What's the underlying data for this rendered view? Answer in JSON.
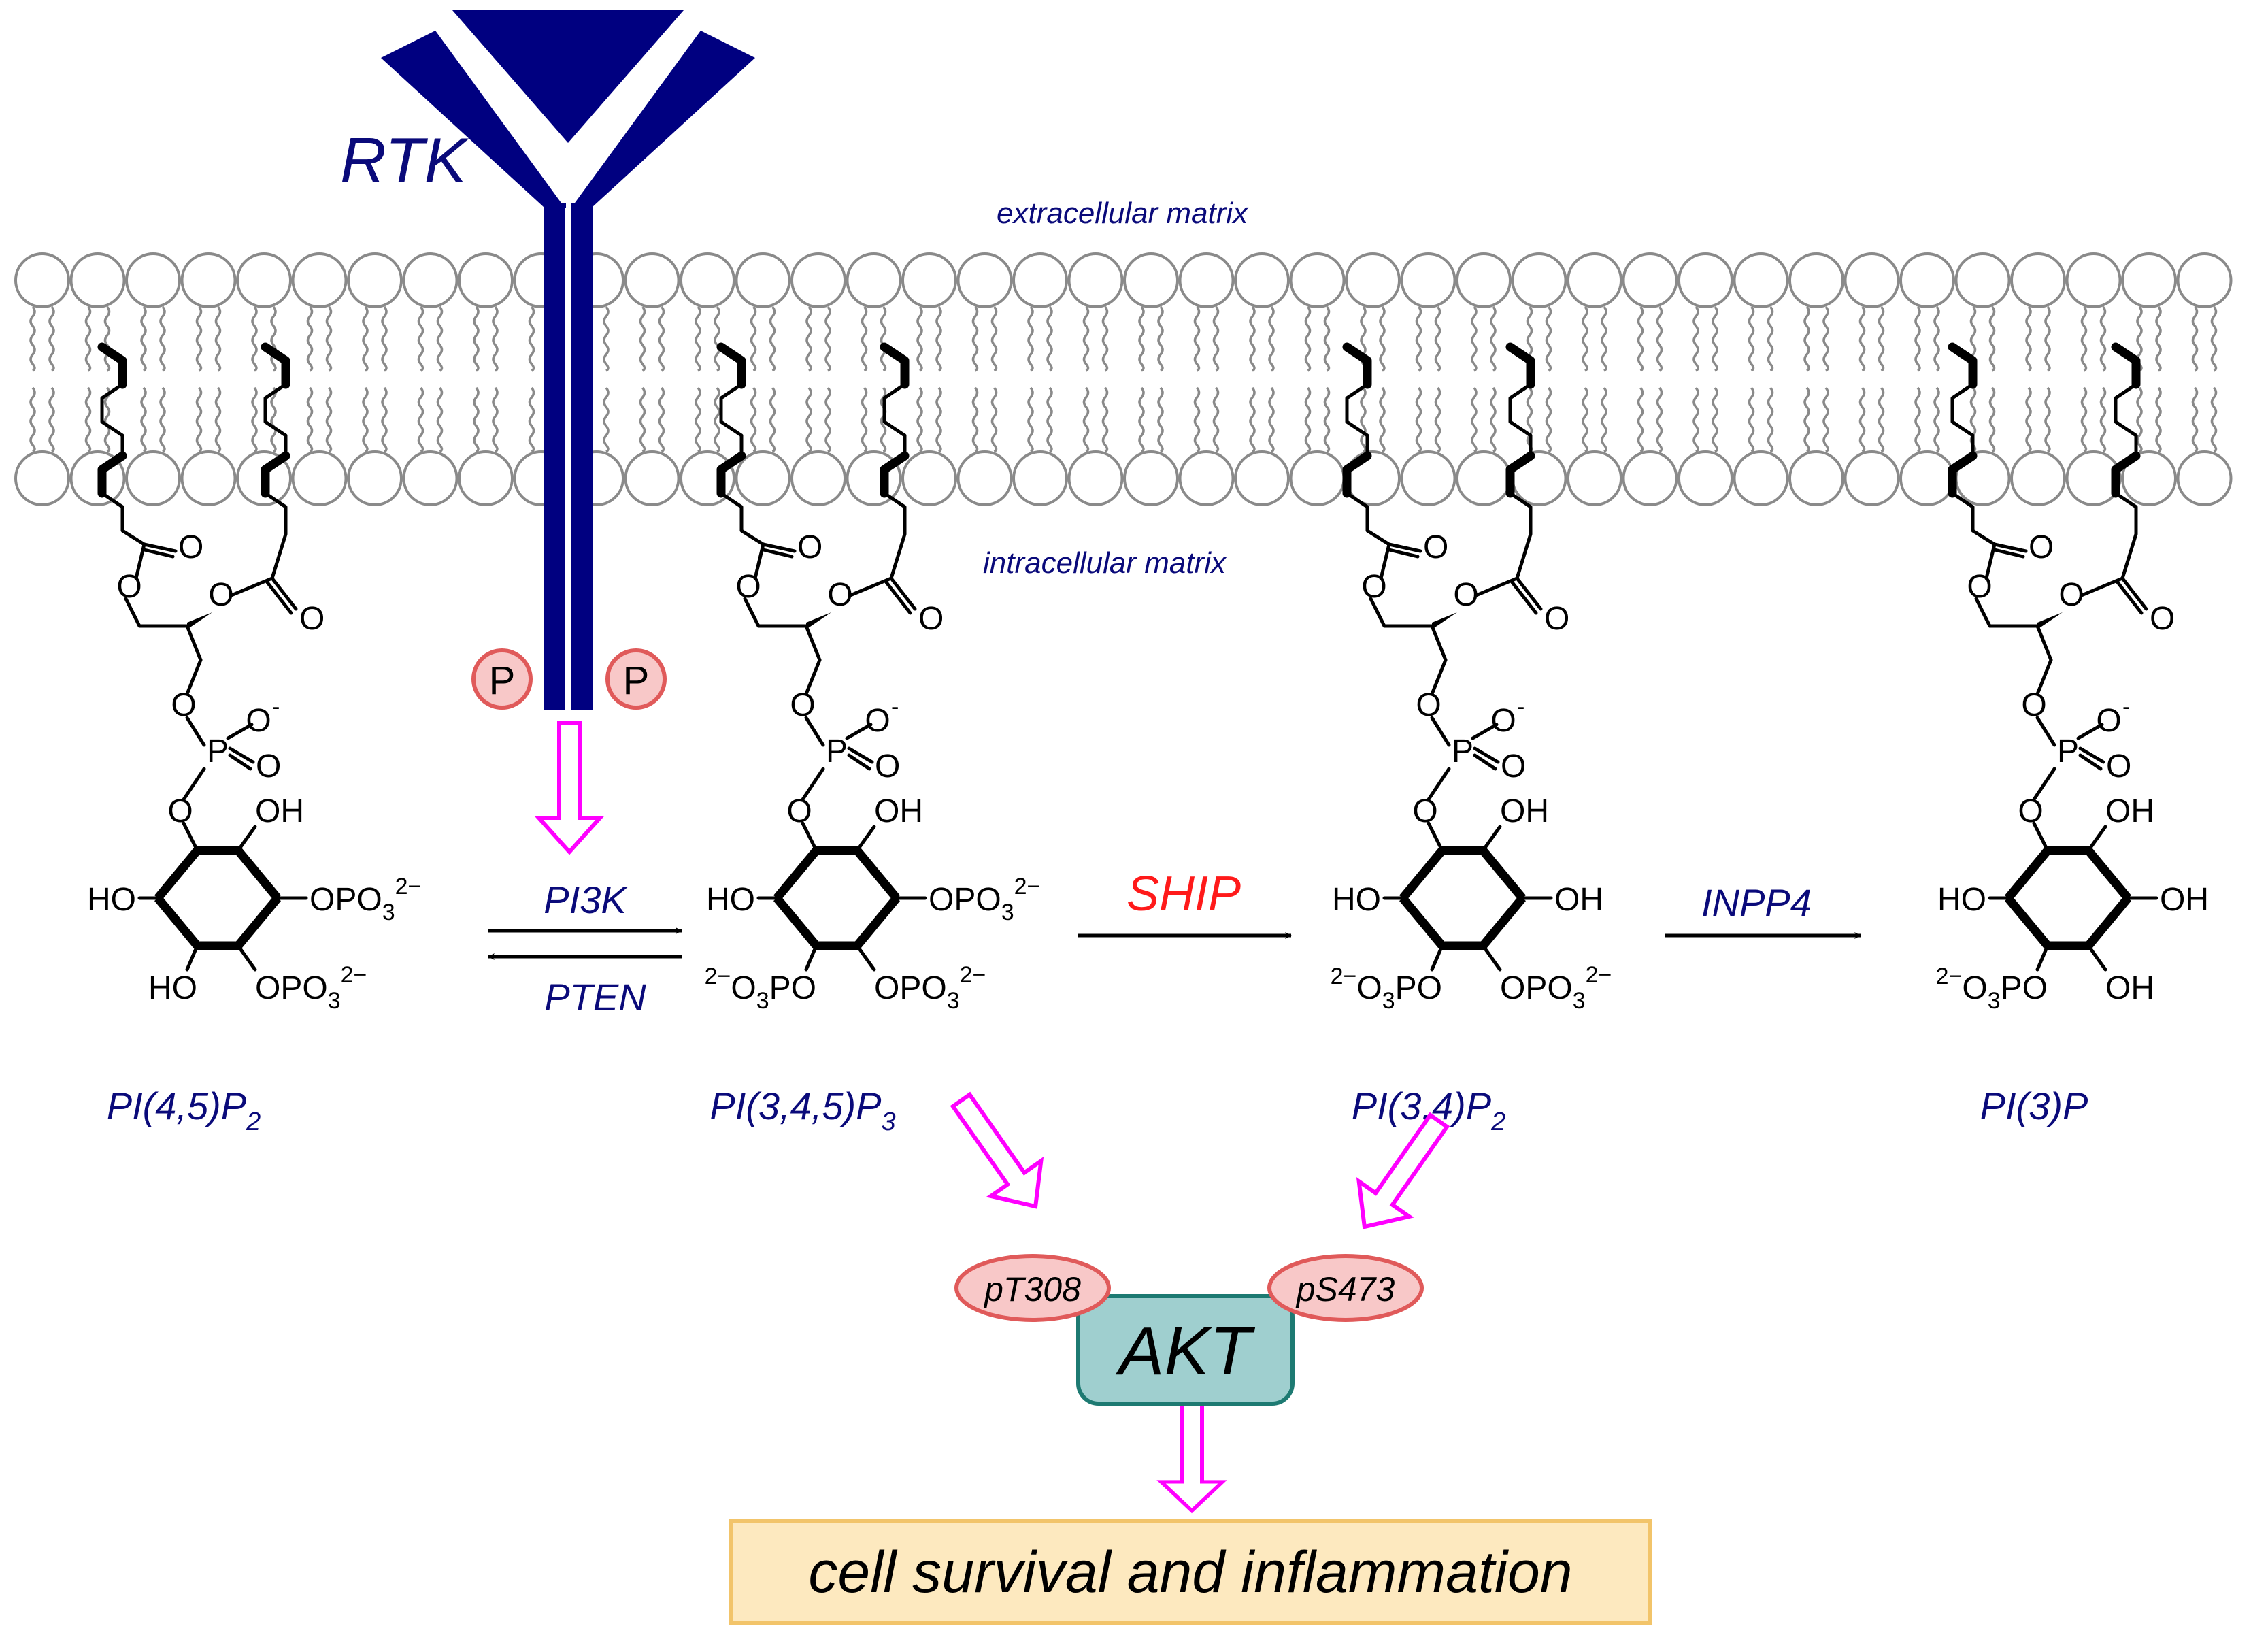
{
  "colors": {
    "receptor": "#000080",
    "label_navy": "#0a0a7a",
    "ship_red": "#ff1a1a",
    "phospho_fill": "#f8c8c8",
    "phospho_stroke": "#e05a5a",
    "akt_fill": "#9fcfcf",
    "akt_stroke": "#1d7a72",
    "outcome_fill": "#fde9bf",
    "outcome_stroke": "#f2c46a",
    "hollow_arrow": "#ff00ff",
    "membrane": "#8a8a8a"
  },
  "receptor": {
    "label": "RTK",
    "phospho_left": "P",
    "phospho_right": "P"
  },
  "membrane": {
    "extracellular_label": "extracellular matrix",
    "intracellular_label": "intracellular matrix"
  },
  "enzymes": {
    "pi3k": "PI3K",
    "pten": "PTEN",
    "ship": "SHIP",
    "inpp4": "INPP4"
  },
  "molecules": [
    {
      "id": "pi45p2",
      "name_base": "PI(4,5)P",
      "name_sub": "2"
    },
    {
      "id": "pi345p3",
      "name_base": "PI(3,4,5)P",
      "name_sub": "3"
    },
    {
      "id": "pi34p2",
      "name_base": "PI(3,4)P",
      "name_sub": "2"
    },
    {
      "id": "pi3p",
      "name_base": "PI(3)P",
      "name_sub": ""
    }
  ],
  "chem_labels": {
    "O": "O",
    "P": "P",
    "O_minus": "O",
    "minus": "-",
    "OH": "OH",
    "HO": "HO",
    "OPO3_base": "OPO",
    "O3PO_base": "O",
    "O3PO_tail": "PO",
    "sub3": "3",
    "charge": "2−"
  },
  "akt": {
    "label": "AKT",
    "site_left": "pT308",
    "site_right": "pS473"
  },
  "outcome": {
    "label": "cell survival and inflammation"
  }
}
